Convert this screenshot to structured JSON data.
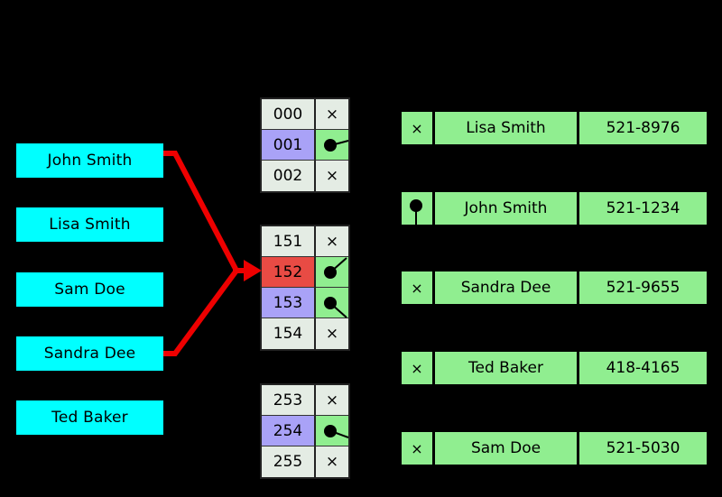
{
  "diagram": {
    "title": "hash-table-separate-chaining",
    "colors": {
      "background": "#000000",
      "key_box": "#00ffff",
      "bucket_empty": "#e4ece4",
      "bucket_filled": "#90ee90",
      "bucket_highlight_purple": "#a9a2f7",
      "bucket_highlight_red": "#e84b44",
      "record": "#90ee90",
      "arrow": "#ee0000"
    }
  },
  "keys": [
    {
      "label": "John Smith",
      "has_arrow": true
    },
    {
      "label": "Lisa Smith",
      "has_arrow": false
    },
    {
      "label": "Sam Doe",
      "has_arrow": false
    },
    {
      "label": "Sandra Dee",
      "has_arrow": true
    },
    {
      "label": "Ted Baker",
      "has_arrow": false
    }
  ],
  "bucket_groups": [
    {
      "name": "group-top",
      "rows": [
        {
          "index": "000",
          "highlight": "none",
          "slot": "empty",
          "marker": "x"
        },
        {
          "index": "001",
          "highlight": "purple",
          "slot": "pointer",
          "marker": "dot"
        },
        {
          "index": "002",
          "highlight": "none",
          "slot": "empty",
          "marker": "x"
        }
      ]
    },
    {
      "name": "group-middle",
      "rows": [
        {
          "index": "151",
          "highlight": "none",
          "slot": "empty",
          "marker": "x"
        },
        {
          "index": "152",
          "highlight": "red",
          "slot": "pointer",
          "marker": "dot"
        },
        {
          "index": "153",
          "highlight": "purple",
          "slot": "pointer",
          "marker": "dot"
        },
        {
          "index": "154",
          "highlight": "none",
          "slot": "empty",
          "marker": "x"
        }
      ]
    },
    {
      "name": "group-bottom",
      "rows": [
        {
          "index": "253",
          "highlight": "none",
          "slot": "empty",
          "marker": "x"
        },
        {
          "index": "254",
          "highlight": "purple",
          "slot": "pointer",
          "marker": "dot"
        },
        {
          "index": "255",
          "highlight": "none",
          "slot": "empty",
          "marker": "x"
        }
      ]
    }
  ],
  "records": [
    {
      "marker": "x",
      "name": "Lisa Smith",
      "phone": "521-8976"
    },
    {
      "marker": "dot",
      "name": "John Smith",
      "phone": "521-1234"
    },
    {
      "marker": "x",
      "name": "Sandra Dee",
      "phone": "521-9655"
    },
    {
      "marker": "x",
      "name": "Ted Baker",
      "phone": "418-4165"
    },
    {
      "marker": "x",
      "name": "Sam Doe",
      "phone": "521-5030"
    }
  ]
}
